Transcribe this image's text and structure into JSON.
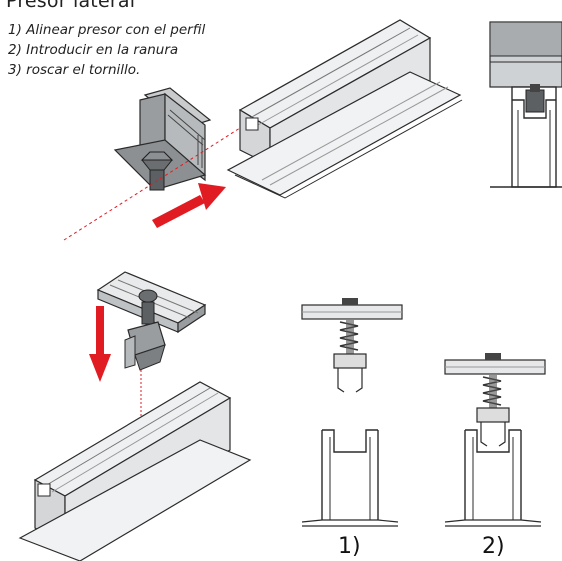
{
  "title": "Presor lateral",
  "steps": [
    "1) Alinear presor con el perfil",
    "2) Introducir en la ranura",
    "3) roscar el tornillo."
  ],
  "labels": {
    "one": "1)",
    "two": "2)"
  },
  "colors": {
    "arrow": "#e11b22",
    "guide": "#e11b22",
    "metal_light": "#e9eaeb",
    "metal_mid": "#c9cbcd",
    "metal_dark": "#8d9093",
    "clamp_dark": "#6b6e71",
    "outline": "#2b2b2b",
    "panel": "#a8acae"
  }
}
